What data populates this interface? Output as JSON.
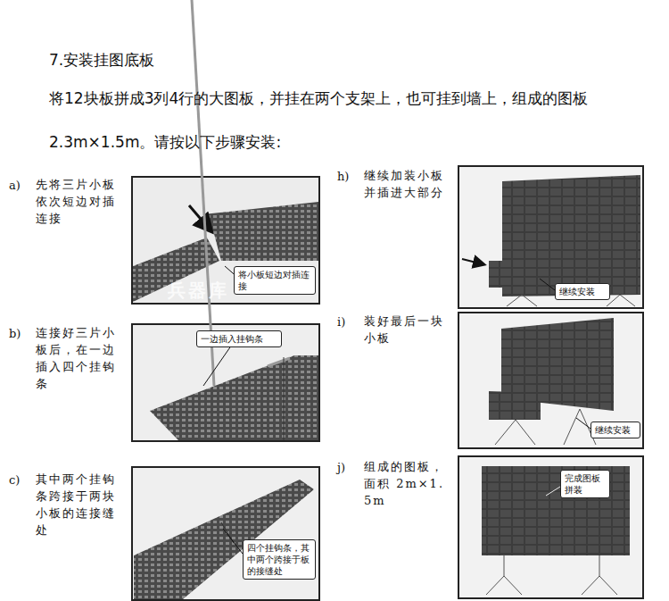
{
  "diagram": {
    "title": "7.安装挂图底板",
    "nodes": [
      {
        "text": [
          "将小板短边对插连接"
        ]
      },
      {
        "text": [
          "一边插入挂钩条"
        ]
      },
      {
        "text": [
          "四个挂钩条，其中两个跨接于板的接缝处"
        ]
      },
      {
        "text": [
          "继续安装"
        ]
      },
      {
        "text": [
          "继续安装"
        ]
      },
      {
        "text": [
          "完成图板拼装"
        ]
      }
    ],
    "labels": [
      "将12块板拼成3列4行的大图板，并挂在两个支架上，也可挂到墙上，组成的图板 2.3m×1.5m。请按以下步骤安装:",
      "a)",
      "先将三片小板依次短边对插连接",
      "b)",
      "连接好三片小板后，在一边插入四个挂钩条",
      "c)",
      "其中两个挂钩条跨接于两块小板的连接缝处",
      "h)",
      "继续加装小板并插进大部分",
      "i)",
      "装好最后一块小板",
      "j)",
      "组成的图板，面积 2m×1.5m",
      "兵器库"
    ]
  }
}
